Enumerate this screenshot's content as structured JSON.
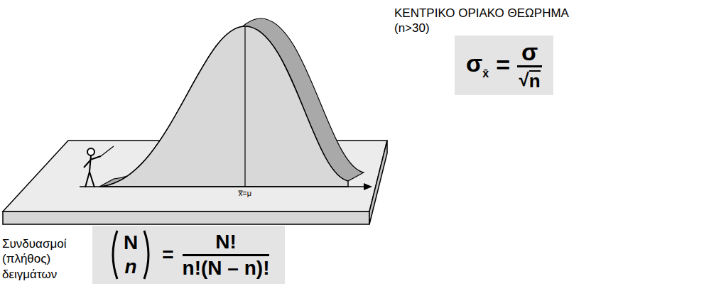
{
  "diagram": {
    "nodes": [
      {
        "text": [
          "σ",
          "x̄",
          "=",
          "σ",
          "√",
          "n"
        ]
      },
      {
        "text": [
          "N",
          "n",
          "=",
          "N!",
          "n!(N – n)!"
        ]
      }
    ],
    "labels": [
      "ΚΕΝΤΡΙΚΟ ΟΡΙΑΚΟ ΘΕΩΡΗΜΑ (n>30)",
      "x̿=μ",
      "Συνδυασμοί (πλήθος) δειγμάτων"
    ]
  }
}
